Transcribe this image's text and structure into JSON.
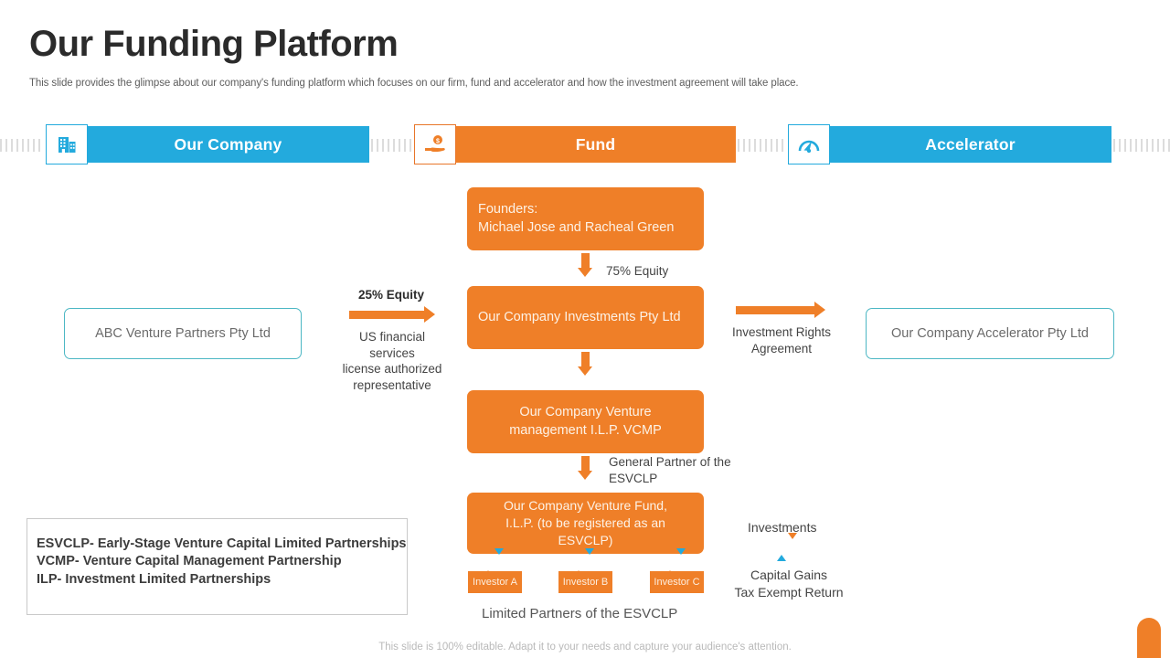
{
  "page": {
    "title": "Our Funding Platform",
    "subtitle": "This slide provides the glimpse about our company's funding platform which focuses on our firm, fund and accelerator and how the investment agreement will take place.",
    "footer": "This slide is 100% editable. Adapt it to your needs and capture your audience's attention."
  },
  "colors": {
    "blue": "#23aadd",
    "orange": "#ef7f28",
    "teal_border": "#4cb7c4",
    "text_dark": "#2b2b2b",
    "text_muted": "#6b6b6b"
  },
  "columns": [
    {
      "label": "Our Company",
      "icon": "building-icon",
      "accent": "#23aadd"
    },
    {
      "label": "Fund",
      "icon": "hand-holding-coin-icon",
      "accent": "#ef7f28"
    },
    {
      "label": "Accelerator",
      "icon": "speedometer-icon",
      "accent": "#23aadd"
    }
  ],
  "center_flow": {
    "founders": "Founders:\nMichael Jose and Racheal Green",
    "investments": "Our Company Investments  Pty Ltd",
    "vcmp": "Our Company Venture\nmanagement I.L.P.  VCMP",
    "fund": "Our Company Venture Fund,\nI.L.P. (to be registered as an\nESVCLP)",
    "arrow_75": "75% Equity",
    "arrow_gp": "General Partner of the\nESVCLP",
    "limited_partners": "Limited Partners  of the  ESVCLP"
  },
  "left": {
    "company_box": "ABC Venture  Partners  Pty Ltd",
    "equity_label": "25% Equity",
    "license_note": "US financial services\nlicense authorized\nrepresentative"
  },
  "right": {
    "agreement_label": "Investment Rights\nAgreement",
    "accelerator_box": "Our Company Accelerator Pty Ltd",
    "investments_label": "Investments",
    "returns_label": "Capital Gains\nTax Exempt Return"
  },
  "investors": [
    {
      "label": "Investor A"
    },
    {
      "label": "Investor B"
    },
    {
      "label": "Investor C"
    }
  ],
  "legend": {
    "text": "ESVCLP- Early-Stage Venture Capital Limited Partnerships\nVCMP- Venture Capital Management Partnership\nILP- Investment Limited Partnerships"
  }
}
